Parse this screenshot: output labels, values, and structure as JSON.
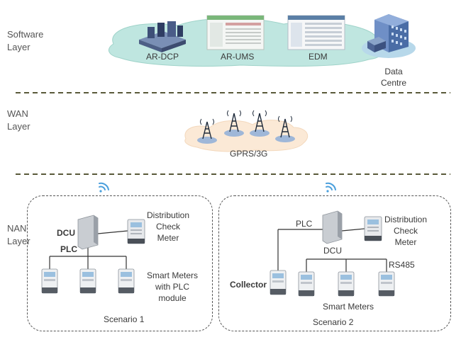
{
  "layers": {
    "software": "Software\nLayer",
    "wan": "WAN\nLayer",
    "nan": "NAN\nLayer"
  },
  "software": {
    "ar_dcp": "AR-DCP",
    "ar_ums": "AR-UMS",
    "edm": "EDM",
    "data_centre": "Data\nCentre"
  },
  "wan": {
    "network": "GPRS/3G"
  },
  "scenario1": {
    "dcu": "DCU",
    "plc": "PLC",
    "check_meter": "Distribution\nCheck\nMeter",
    "smart_meters": "Smart Meters\nwith PLC\nmodule",
    "title": "Scenario 1"
  },
  "scenario2": {
    "plc": "PLC",
    "dcu": "DCU",
    "check_meter": "Distribution\nCheck\nMeter",
    "rs485": "RS485",
    "collector": "Collector",
    "smart_meters": "Smart Meters",
    "title": "Scenario 2"
  },
  "colors": {
    "divider": "#5a5a3a",
    "cloud": "#bfe6e0",
    "antenna": "#4a9fdc"
  }
}
